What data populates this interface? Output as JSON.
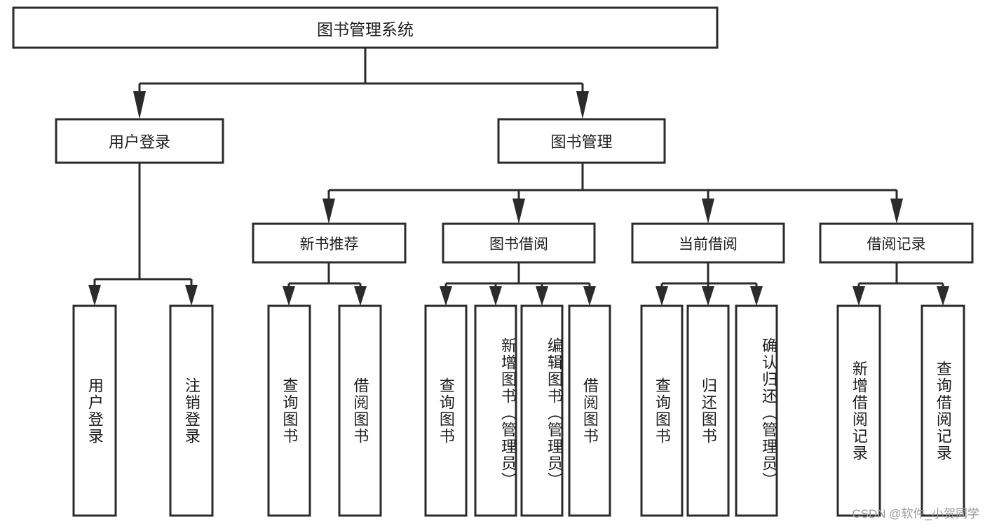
{
  "diagram": {
    "title": "图书管理系统",
    "watermark": "CSDN @软件_小贺同学",
    "type": "tree",
    "orientation": "top-down",
    "colors": {
      "stroke": "#2b2b2b",
      "fill": "#ffffff",
      "text": "#1d1d1d",
      "watermark": "#9a9a9a",
      "background": "#ffffff"
    },
    "root": {
      "id": "root",
      "label": "图书管理系统"
    },
    "level2": [
      {
        "id": "user-login",
        "label": "用户登录"
      },
      {
        "id": "book-manage",
        "label": "图书管理"
      }
    ],
    "level3": [
      {
        "id": "new-book-recommend",
        "label": "新书推荐",
        "parent": "book-manage"
      },
      {
        "id": "book-borrow",
        "label": "图书借阅",
        "parent": "book-manage"
      },
      {
        "id": "current-borrow",
        "label": "当前借阅",
        "parent": "book-manage"
      },
      {
        "id": "borrow-record",
        "label": "借阅记录",
        "parent": "book-manage"
      }
    ],
    "leaves": [
      {
        "id": "leaf-user-login",
        "label": "用户登录",
        "parent": "user-login"
      },
      {
        "id": "leaf-logout",
        "label": "注销登录",
        "parent": "user-login"
      },
      {
        "id": "leaf-query-book-1",
        "label": "查询图书",
        "parent": "new-book-recommend"
      },
      {
        "id": "leaf-borrow-book-1",
        "label": "借阅图书",
        "parent": "new-book-recommend"
      },
      {
        "id": "leaf-query-book-2",
        "label": "查询图书",
        "parent": "book-borrow"
      },
      {
        "id": "leaf-add-book",
        "label": "新增图书（管理员）",
        "parent": "book-borrow"
      },
      {
        "id": "leaf-edit-book",
        "label": "编辑图书（管理员）",
        "parent": "book-borrow"
      },
      {
        "id": "leaf-borrow-book-2",
        "label": "借阅图书",
        "parent": "book-borrow"
      },
      {
        "id": "leaf-query-book-3",
        "label": "查询图书",
        "parent": "current-borrow"
      },
      {
        "id": "leaf-return-book",
        "label": "归还图书",
        "parent": "current-borrow"
      },
      {
        "id": "leaf-confirm-return",
        "label": "确认归还（管理员）",
        "parent": "current-borrow"
      },
      {
        "id": "leaf-add-record",
        "label": "新增借阅记录",
        "parent": "borrow-record"
      },
      {
        "id": "leaf-query-record",
        "label": "查询借阅记录",
        "parent": "borrow-record"
      }
    ]
  }
}
